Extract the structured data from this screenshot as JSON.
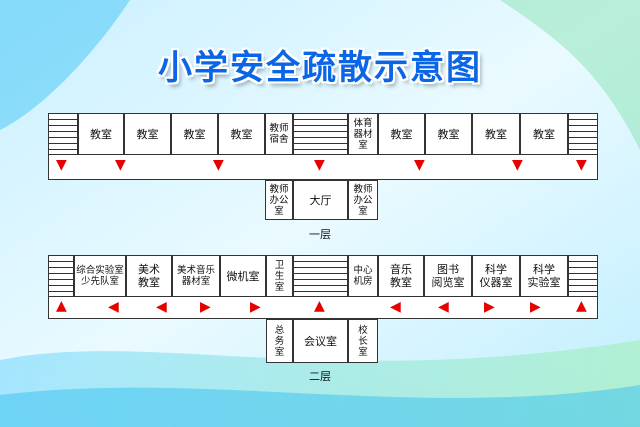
{
  "title": "小学安全疏散示意图",
  "colors": {
    "title": "#0a66e6",
    "arrow": "#e60000",
    "line": "#333333"
  },
  "floor1": {
    "label": "一层",
    "rooms_top": [
      "教室",
      "教室",
      "教室",
      "教室",
      "教师\n宿舍",
      "体育\n器材\n室",
      "教室",
      "教室",
      "教室",
      "教室"
    ],
    "rooms_bottom": [
      "教师\n办公\n室",
      "大厅",
      "教师\n办公\n室"
    ],
    "arrows": [
      "down",
      "down",
      "down",
      "down",
      "down",
      "down",
      "down"
    ]
  },
  "floor2": {
    "label": "二层",
    "rooms_top": [
      "综合实验室\n少先队室",
      "美术\n教室",
      "美术音乐\n器材室",
      "微机室",
      "卫\n生\n室",
      "中心\n机房",
      "音乐\n教室",
      "图书\n阅览室",
      "科学\n仪器室",
      "科学\n实验室"
    ],
    "rooms_bottom": [
      "总\n务\n室",
      "会议室",
      "校\n长\n室"
    ],
    "arrows": [
      "up",
      "left",
      "left",
      "right",
      "right",
      "up",
      "left",
      "left",
      "right",
      "right",
      "up"
    ]
  }
}
